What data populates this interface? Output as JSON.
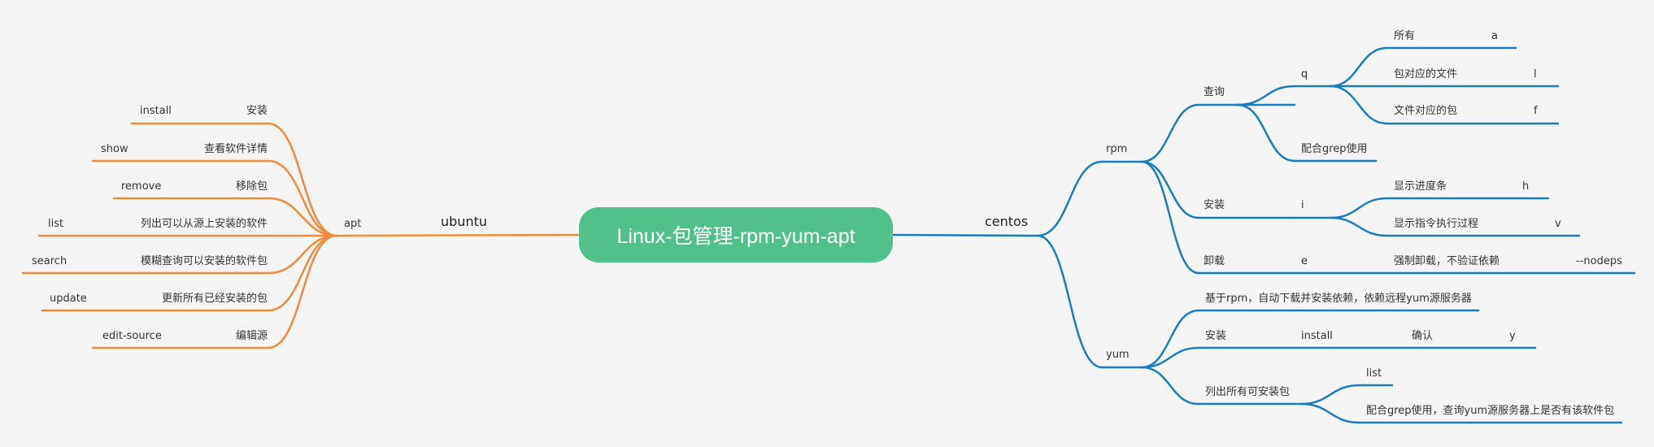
{
  "title": "Linux-包管理-rpm-yum-apt",
  "colors": {
    "background": "#f5f5f5",
    "root_fill": "#52c08b",
    "left_branch": "#f08a3c",
    "right_branch": "#1a7bbf"
  },
  "left": {
    "label": "ubuntu",
    "apt": {
      "label": "apt",
      "commands": [
        {
          "cmd": "install",
          "desc": "安装"
        },
        {
          "cmd": "show",
          "desc": "查看软件详情"
        },
        {
          "cmd": "remove",
          "desc": "移除包"
        },
        {
          "cmd": "list",
          "desc": "列出可以从源上安装的软件"
        },
        {
          "cmd": "search",
          "desc": "模糊查询可以安装的软件包"
        },
        {
          "cmd": "update",
          "desc": "更新所有已经安装的包"
        },
        {
          "cmd": "edit-source",
          "desc": "编辑源"
        }
      ]
    }
  },
  "right": {
    "label": "centos",
    "rpm": {
      "label": "rpm",
      "query": {
        "label": "查询",
        "q": {
          "label": "q",
          "items": [
            {
              "text": "所有",
              "flag": "a"
            },
            {
              "text": "包对应的文件",
              "flag": "l"
            },
            {
              "text": "文件对应的包",
              "flag": "f"
            }
          ]
        },
        "grep": "配合grep使用"
      },
      "install": {
        "label": "安装",
        "i": {
          "label": "i",
          "items": [
            {
              "text": "显示进度条",
              "flag": "h"
            },
            {
              "text": "显示指令执行过程",
              "flag": "v"
            }
          ]
        }
      },
      "uninstall": {
        "label": "卸载",
        "e": "e",
        "text": "强制卸载，不验证依赖",
        "flag": "--nodeps"
      }
    },
    "yum": {
      "label": "yum",
      "desc": "基于rpm，自动下载并安装依赖，依赖远程yum源服务器",
      "install": {
        "label": "安装",
        "cmd": "install",
        "confirm": "确认",
        "flag": "y"
      },
      "list_all": {
        "label": "列出所有可安装包",
        "list": "list",
        "grep": "配合grep使用，查询yum源服务器上是否有该软件包"
      }
    }
  }
}
